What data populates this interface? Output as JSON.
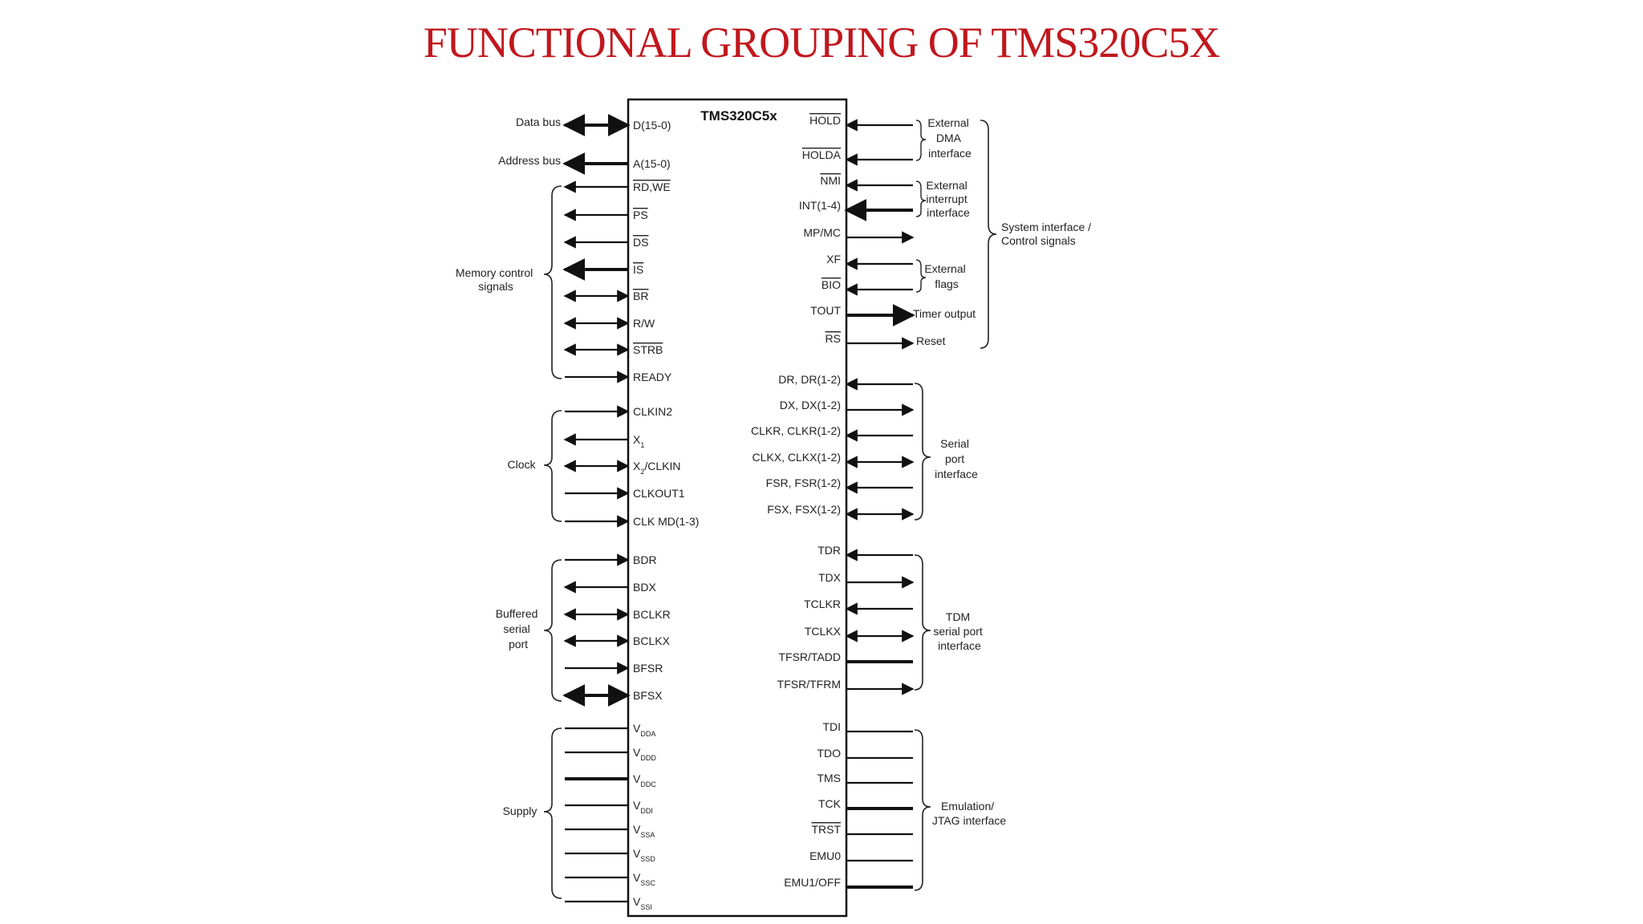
{
  "title": "FUNCTIONAL GROUPING OF TMS320C5X",
  "chip_name": "TMS320C5x",
  "left_pins": [
    {
      "label": "D(15-0)",
      "over": false,
      "dir": "both",
      "thick": true
    },
    {
      "label": "A(15-0)",
      "over": false,
      "dir": "out",
      "thick": true
    },
    {
      "label": "RD,WE",
      "over": true,
      "dir": "out",
      "thick": false
    },
    {
      "label": "PS",
      "over": true,
      "dir": "out",
      "thick": false
    },
    {
      "label": "DS",
      "over": true,
      "dir": "out",
      "thick": false
    },
    {
      "label": "IS",
      "over": true,
      "dir": "out",
      "thick": true
    },
    {
      "label": "BR",
      "over": true,
      "dir": "both",
      "thick": false
    },
    {
      "label": "R/W",
      "over": false,
      "dir": "both",
      "thick": false
    },
    {
      "label": "STRB",
      "over": true,
      "dir": "both",
      "thick": false
    },
    {
      "label": "READY",
      "over": false,
      "dir": "in",
      "thick": false
    },
    {
      "label": "CLKIN2",
      "over": false,
      "dir": "in",
      "thick": false
    },
    {
      "label": "X1",
      "over": false,
      "dir": "out",
      "thick": false
    },
    {
      "label": "X2/CLKIN",
      "over": false,
      "dir": "both",
      "thick": false
    },
    {
      "label": "CLKOUT1",
      "over": false,
      "dir": "in",
      "thick": false
    },
    {
      "label": "CLK MD(1-3)",
      "over": false,
      "dir": "in",
      "thick": false
    },
    {
      "label": "BDR",
      "over": false,
      "dir": "in",
      "thick": false
    },
    {
      "label": "BDX",
      "over": false,
      "dir": "out",
      "thick": false
    },
    {
      "label": "BCLKR",
      "over": false,
      "dir": "both",
      "thick": false
    },
    {
      "label": "BCLKX",
      "over": false,
      "dir": "both",
      "thick": false
    },
    {
      "label": "BFSR",
      "over": false,
      "dir": "in",
      "thick": false
    },
    {
      "label": "BFSX",
      "over": false,
      "dir": "both",
      "thick": true
    },
    {
      "label": "VDDA",
      "over": false,
      "dir": "none",
      "thick": false
    },
    {
      "label": "VDDD",
      "over": false,
      "dir": "none",
      "thick": false
    },
    {
      "label": "VDDC",
      "over": false,
      "dir": "none",
      "thick": true
    },
    {
      "label": "VDDI",
      "over": false,
      "dir": "none",
      "thick": false
    },
    {
      "label": "VSSA",
      "over": false,
      "dir": "none",
      "thick": false
    },
    {
      "label": "VSSD",
      "over": false,
      "dir": "none",
      "thick": false
    },
    {
      "label": "VSSC",
      "over": false,
      "dir": "none",
      "thick": false
    },
    {
      "label": "VSSI",
      "over": false,
      "dir": "none",
      "thick": false
    }
  ],
  "right_pins": [
    {
      "label": "HOLD",
      "over": true,
      "dir": "in",
      "thick": false
    },
    {
      "label": "HOLDA",
      "over": true,
      "dir": "in",
      "thick": false
    },
    {
      "label": "NMI",
      "over": true,
      "dir": "in",
      "thick": false
    },
    {
      "label": "INT(1-4)",
      "over": false,
      "dir": "in",
      "thick": true
    },
    {
      "label": "MP/MC",
      "over": false,
      "dir": "out",
      "thick": false
    },
    {
      "label": "XF",
      "over": false,
      "dir": "in",
      "thick": false
    },
    {
      "label": "BIO",
      "over": true,
      "dir": "in",
      "thick": false
    },
    {
      "label": "TOUT",
      "over": false,
      "dir": "out",
      "thick": true
    },
    {
      "label": "RS",
      "over": true,
      "dir": "out",
      "thick": false
    },
    {
      "label": "DR, DR(1-2)",
      "over": false,
      "dir": "in",
      "thick": false
    },
    {
      "label": "DX, DX(1-2)",
      "over": false,
      "dir": "out",
      "thick": false
    },
    {
      "label": "CLKR, CLKR(1-2)",
      "over": false,
      "dir": "in",
      "thick": false
    },
    {
      "label": "CLKX, CLKX(1-2)",
      "over": false,
      "dir": "both",
      "thick": false
    },
    {
      "label": "FSR, FSR(1-2)",
      "over": false,
      "dir": "in",
      "thick": false
    },
    {
      "label": "FSX, FSX(1-2)",
      "over": false,
      "dir": "both",
      "thick": false
    },
    {
      "label": "TDR",
      "over": false,
      "dir": "in",
      "thick": false
    },
    {
      "label": "TDX",
      "over": false,
      "dir": "out",
      "thick": false
    },
    {
      "label": "TCLKR",
      "over": false,
      "dir": "in",
      "thick": false
    },
    {
      "label": "TCLKX",
      "over": false,
      "dir": "both",
      "thick": false
    },
    {
      "label": "TFSR/TADD",
      "over": false,
      "dir": "none",
      "thick": true
    },
    {
      "label": "TFSR/TFRM",
      "over": false,
      "dir": "out",
      "thick": false
    },
    {
      "label": "TDI",
      "over": false,
      "dir": "none",
      "thick": false
    },
    {
      "label": "TDO",
      "over": false,
      "dir": "none",
      "thick": false
    },
    {
      "label": "TMS",
      "over": false,
      "dir": "none",
      "thick": false
    },
    {
      "label": "TCK",
      "over": false,
      "dir": "none",
      "thick": true
    },
    {
      "label": "TRST",
      "over": true,
      "dir": "none",
      "thick": false
    },
    {
      "label": "EMU0",
      "over": false,
      "dir": "none",
      "thick": false
    },
    {
      "label": "EMU1/OFF",
      "over": false,
      "dir": "none",
      "thick": true
    }
  ],
  "left_side_labels": {
    "data_bus": "Data bus",
    "address_bus": "Address bus"
  },
  "left_groups": {
    "memory": "Memory control signals",
    "clock": "Clock",
    "buffered": "Buffered serial port",
    "supply": "Supply"
  },
  "right_groups": {
    "dma": "External DMA interface",
    "interrupt": "External interrupt interface",
    "flags": "External flags",
    "timer": "Timer output",
    "reset": "Reset",
    "system": "System interface / Control signals",
    "serial": "Serial port interface",
    "tdm": "TDM serial port interface",
    "emulation": "Emulation/ JTAG interface"
  }
}
